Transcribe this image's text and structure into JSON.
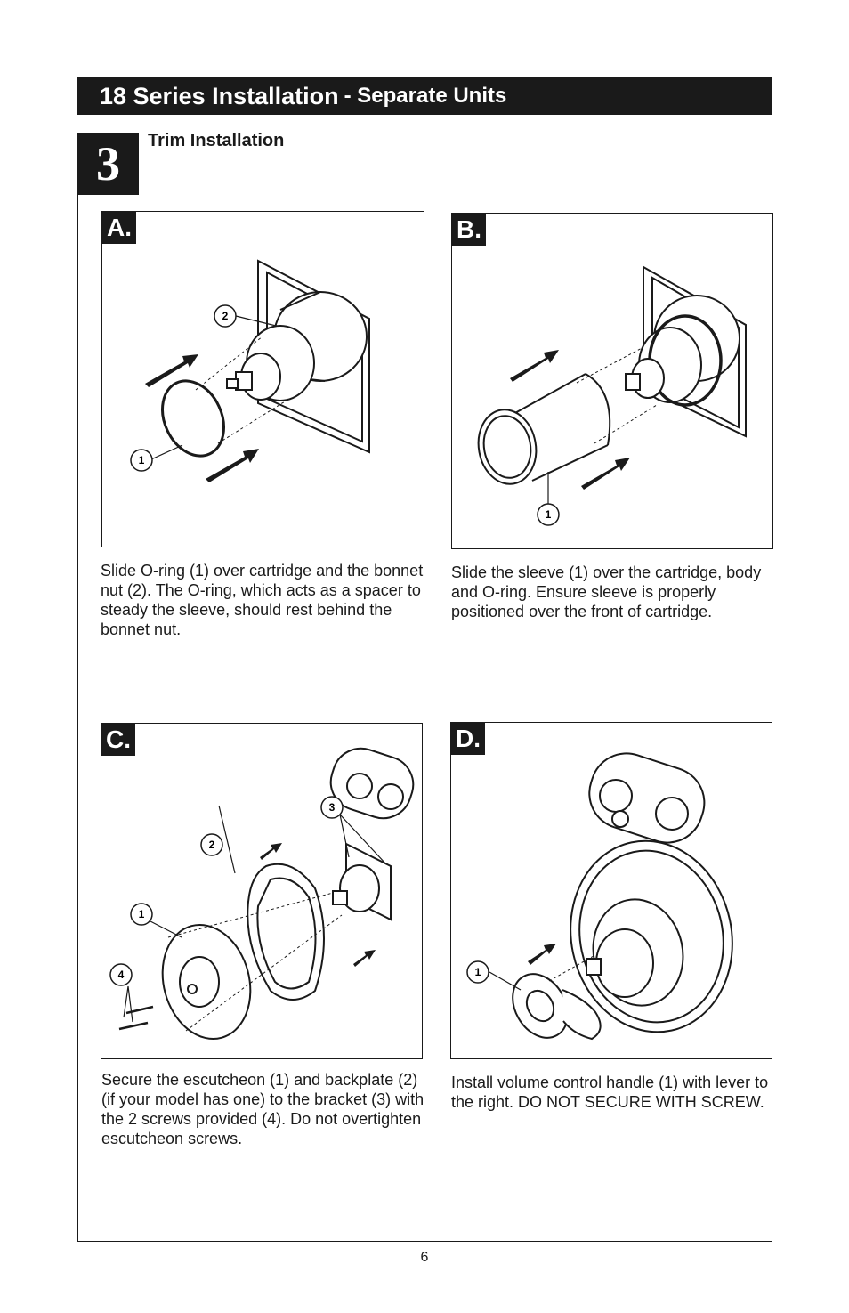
{
  "header": {
    "title_main": "18 Series Installation",
    "title_sub": "- Separate Units"
  },
  "step": {
    "number": "3",
    "title": "Trim Installation"
  },
  "panels": [
    {
      "label": "A.",
      "callouts": [
        "2",
        "1"
      ],
      "caption": "Slide O-ring (1) over cartridge and the bonnet nut (2). The O-ring, which acts as a spacer to steady the sleeve, should rest behind the bonnet nut."
    },
    {
      "label": "B.",
      "callouts": [
        "1"
      ],
      "caption": "Slide the sleeve (1) over the cartridge, body and O-ring. Ensure sleeve is properly positioned over the front of cartridge."
    },
    {
      "label": "C.",
      "callouts": [
        "3",
        "2",
        "1",
        "4"
      ],
      "caption": "Secure the escutcheon (1) and backplate (2) (if your model has one) to the bracket (3) with the 2 screws provided (4). Do not overtighten escutcheon screws."
    },
    {
      "label": "D.",
      "callouts": [
        "1"
      ],
      "caption": "Install volume control handle (1) with lever to the right. DO NOT SECURE WITH SCREW."
    }
  ],
  "footer": {
    "page_number": "6"
  },
  "colors": {
    "ink": "#1a1a1a",
    "paper": "#ffffff"
  }
}
